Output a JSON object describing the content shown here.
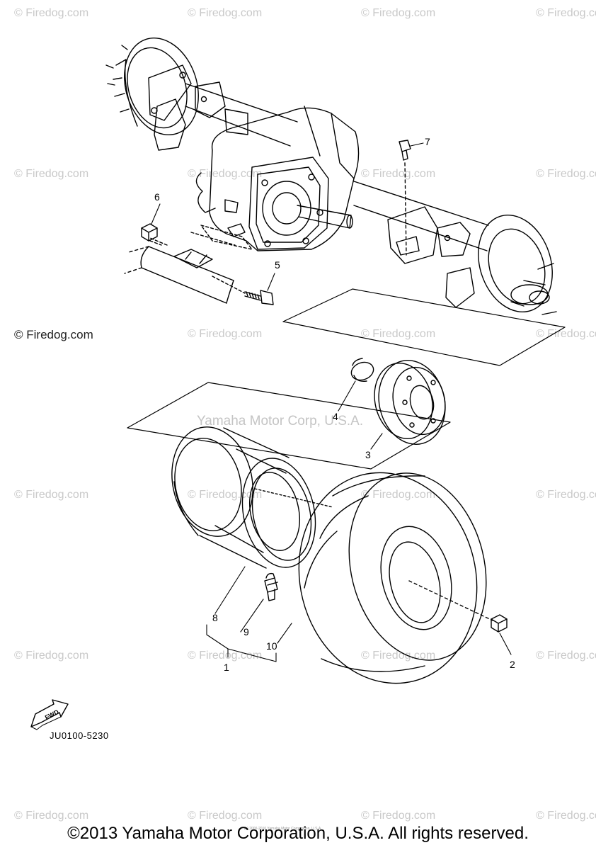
{
  "watermarks": {
    "site": "© Firedog.com",
    "center": "Yamaha Motor Corp, U.S.A."
  },
  "callouts": [
    "1",
    "2",
    "3",
    "4",
    "5",
    "6",
    "7",
    "8",
    "9",
    "10"
  ],
  "fwd_label": "FWD",
  "reference_code": "JU0100-5230",
  "tiny_text": "(c) 2000-2010 Yamaha Motor Corporation, U.S.A.",
  "copyright": "©2013 Yamaha Motor Corporation, U.S.A. All rights reserved."
}
